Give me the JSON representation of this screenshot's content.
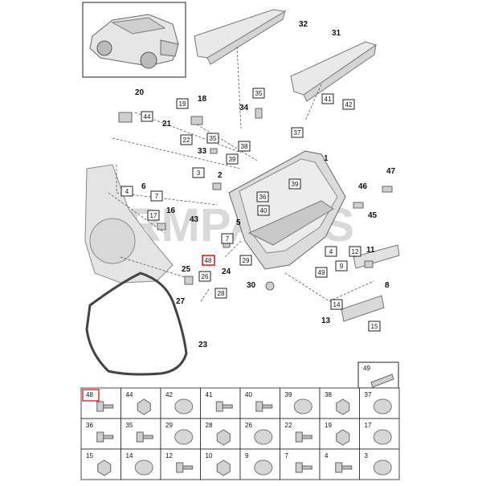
{
  "watermark": "RMPARTS",
  "callouts": {
    "c32": "32",
    "c31": "31",
    "c20": "20",
    "c18": "18",
    "c34": "34",
    "c21": "21",
    "c33": "33",
    "c1": "1",
    "c2": "2",
    "c6": "6",
    "c47": "47",
    "c46": "46",
    "c45": "45",
    "c16": "16",
    "c43": "43",
    "c5": "5",
    "c11": "11",
    "c25": "25",
    "c24": "24",
    "c30": "30",
    "c8": "8",
    "c27": "27",
    "c13": "13",
    "c23": "23"
  },
  "boxes": {
    "b44": "44",
    "b19": "19",
    "b35": "35",
    "b41": "41",
    "b42": "42",
    "b22": "22",
    "b37": "37",
    "b38": "38",
    "b39a": "39",
    "b35b": "35",
    "b3": "3",
    "b39b": "39",
    "b4": "4",
    "b7a": "7",
    "b36": "36",
    "b40": "40",
    "b17": "17",
    "b7b": "7",
    "b48": "48",
    "b29": "29",
    "b26": "26",
    "b4b": "4",
    "b12": "12",
    "b9": "9",
    "b49": "49",
    "b28": "28",
    "b14": "14",
    "b15": "15",
    "b49top": "49"
  },
  "grid": [
    [
      "48",
      "44",
      "42",
      "41",
      "40",
      "39",
      "38",
      "37"
    ],
    [
      "36",
      "35",
      "29",
      "28",
      "26",
      "22",
      "19",
      "17"
    ],
    [
      "15",
      "14",
      "12",
      "10",
      "9",
      "7",
      "4",
      "3"
    ]
  ]
}
